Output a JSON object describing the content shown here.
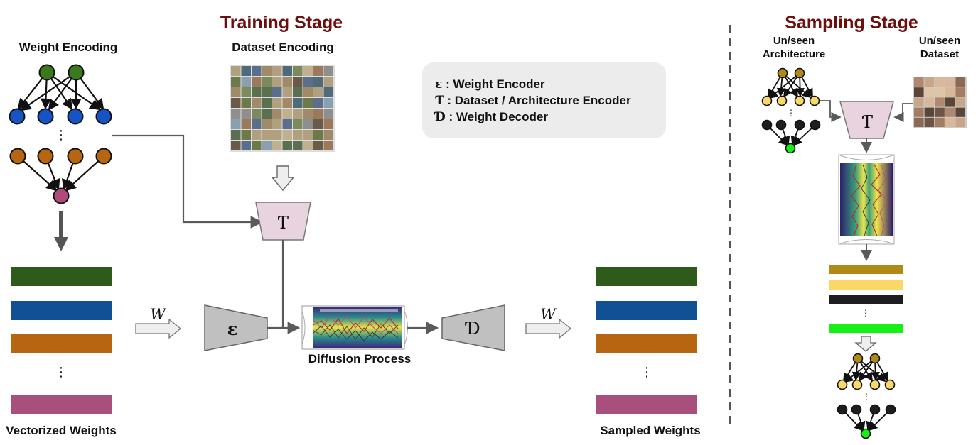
{
  "titles": {
    "training_stage": "Training Stage",
    "sampling_stage": "Sampling Stage"
  },
  "labels": {
    "weight_encoding": "Weight Encoding",
    "dataset_encoding": "Dataset Encoding",
    "vectorized_weights": "Vectorized Weights",
    "diffusion_process": "Diffusion Process",
    "sampled_weights": "Sampled Weights",
    "unseen_architecture_1": "Un/seen",
    "unseen_architecture_2": "Architecture",
    "unseen_dataset_1": "Un/seen",
    "unseen_dataset_2": "Dataset",
    "w_symbol": "W"
  },
  "symbols": {
    "encoder": "ε",
    "dataset_encoder": "Ƭ",
    "decoder": "Ɗ"
  },
  "legend": {
    "items": [
      {
        "symbol": "ε",
        "text": " : Weight Encoder"
      },
      {
        "symbol": "Ƭ",
        "text": " : Dataset / Architecture Encoder"
      },
      {
        "symbol": "Ɗ",
        "text": " : Weight Decoder"
      }
    ]
  },
  "colors": {
    "stage_title": "#6b0f0f",
    "green_node": "#3a7a1c",
    "blue_node": "#1653c4",
    "orange_node": "#b86511",
    "pink_node": "#b04a7a",
    "bar_green": "#2e5a1a",
    "bar_blue": "#125096",
    "bar_orange": "#b86511",
    "bar_pink": "#a84f7d",
    "bar_gold": "#b08a15",
    "bar_yellow": "#f9d868",
    "bar_black": "#1e1e1e",
    "bar_lime": "#17f017",
    "encoder_fill": "#c0c0c0",
    "t_fill": "#e8d3de",
    "legend_bg": "#ececec"
  }
}
